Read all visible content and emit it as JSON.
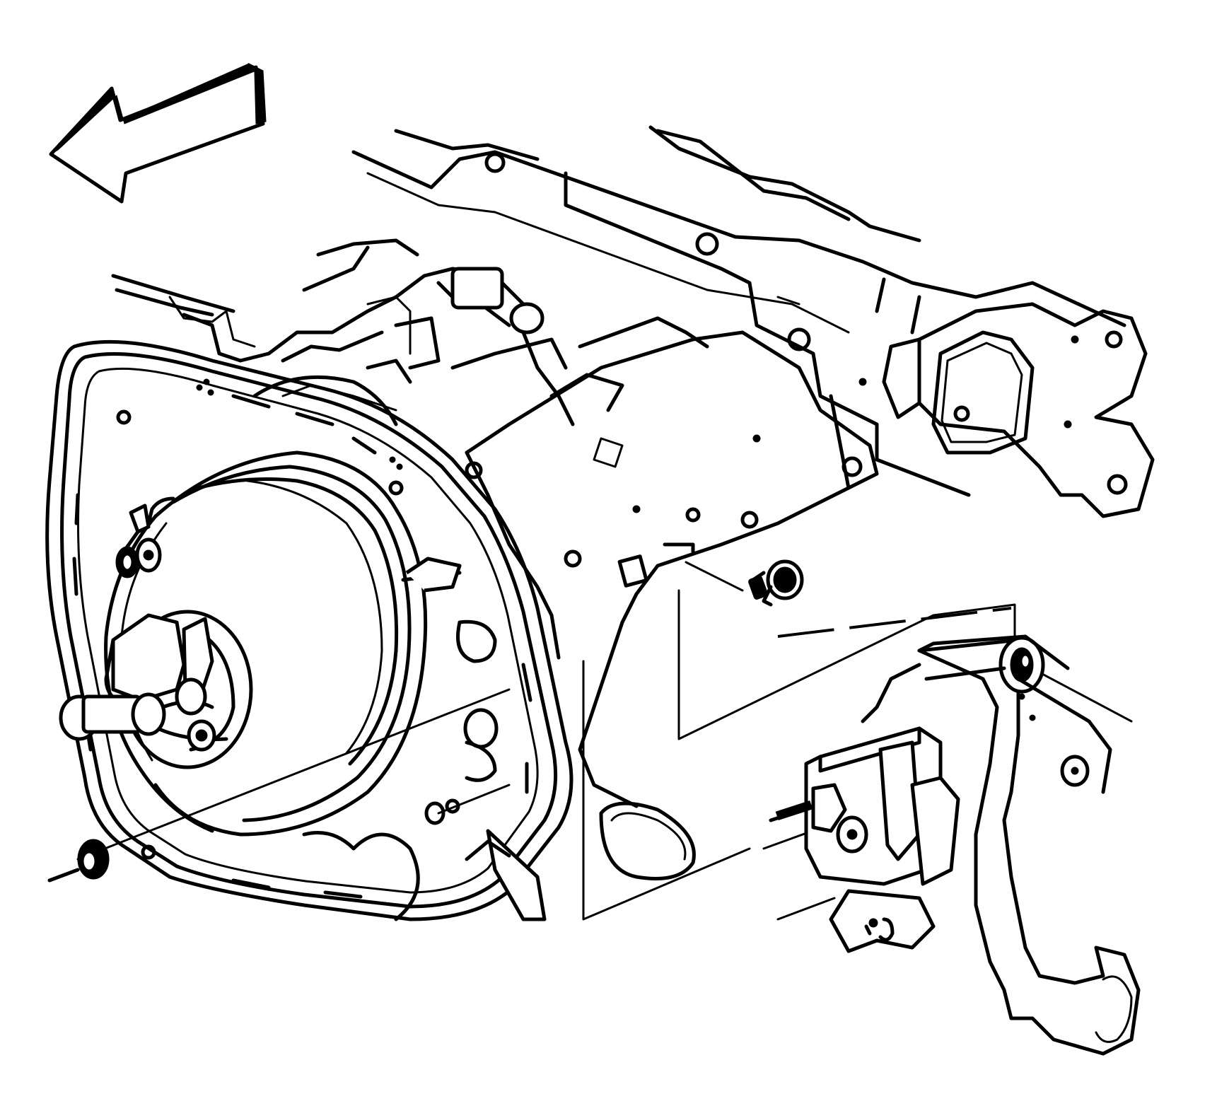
{
  "diagram": {
    "ink_color": "#000000",
    "background_color": "#ffffff",
    "components": [
      {
        "id": "direction-arrow",
        "icon": "arrow-left-icon"
      },
      {
        "id": "brake-booster",
        "icon": "booster-icon"
      },
      {
        "id": "master-cylinder",
        "icon": "cylinder-icon"
      },
      {
        "id": "dash-panel",
        "icon": "panel-icon"
      },
      {
        "id": "frame-rail",
        "icon": "frame-icon"
      },
      {
        "id": "brake-pedal-assembly",
        "icon": "pedal-icon"
      },
      {
        "id": "booster-mounting-nut",
        "icon": "nut-icon"
      },
      {
        "id": "pedal-bracket-bolt",
        "icon": "bolt-icon"
      }
    ]
  }
}
